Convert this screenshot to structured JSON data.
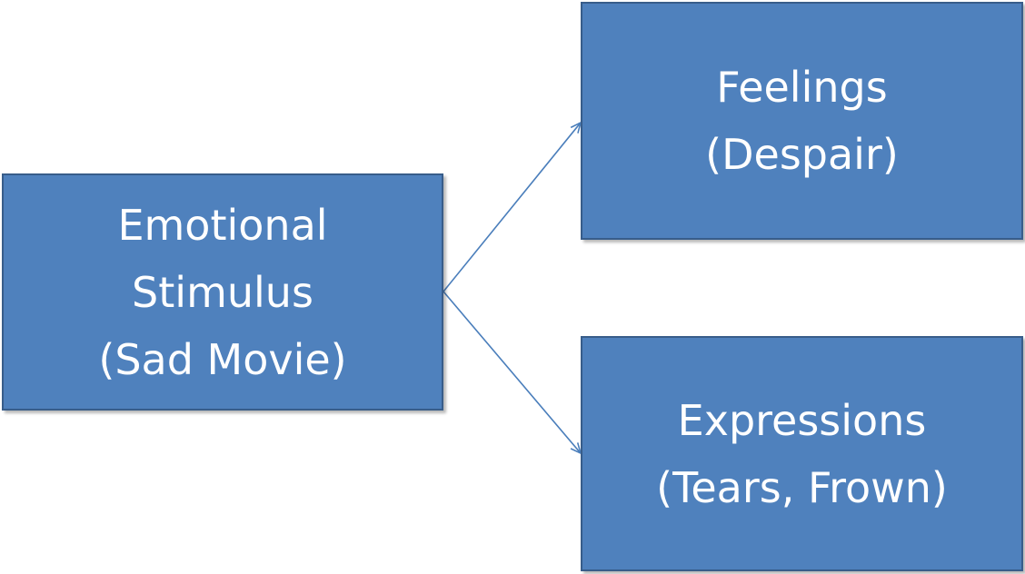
{
  "diagram": {
    "nodes": {
      "stimulus": {
        "lines": [
          "Emotional",
          "Stimulus",
          "(Sad Movie)"
        ]
      },
      "feelings": {
        "lines": [
          "Feelings",
          "(Despair)"
        ]
      },
      "expressions": {
        "lines": [
          "Expressions",
          "(Tears, Frown)"
        ]
      }
    },
    "edges": [
      {
        "from": "stimulus",
        "to": "feelings"
      },
      {
        "from": "stimulus",
        "to": "expressions"
      }
    ],
    "colors": {
      "node_fill": "#4f81bd",
      "node_border": "#385d8a",
      "text": "#ffffff",
      "connector": "#4a7ebb"
    }
  }
}
